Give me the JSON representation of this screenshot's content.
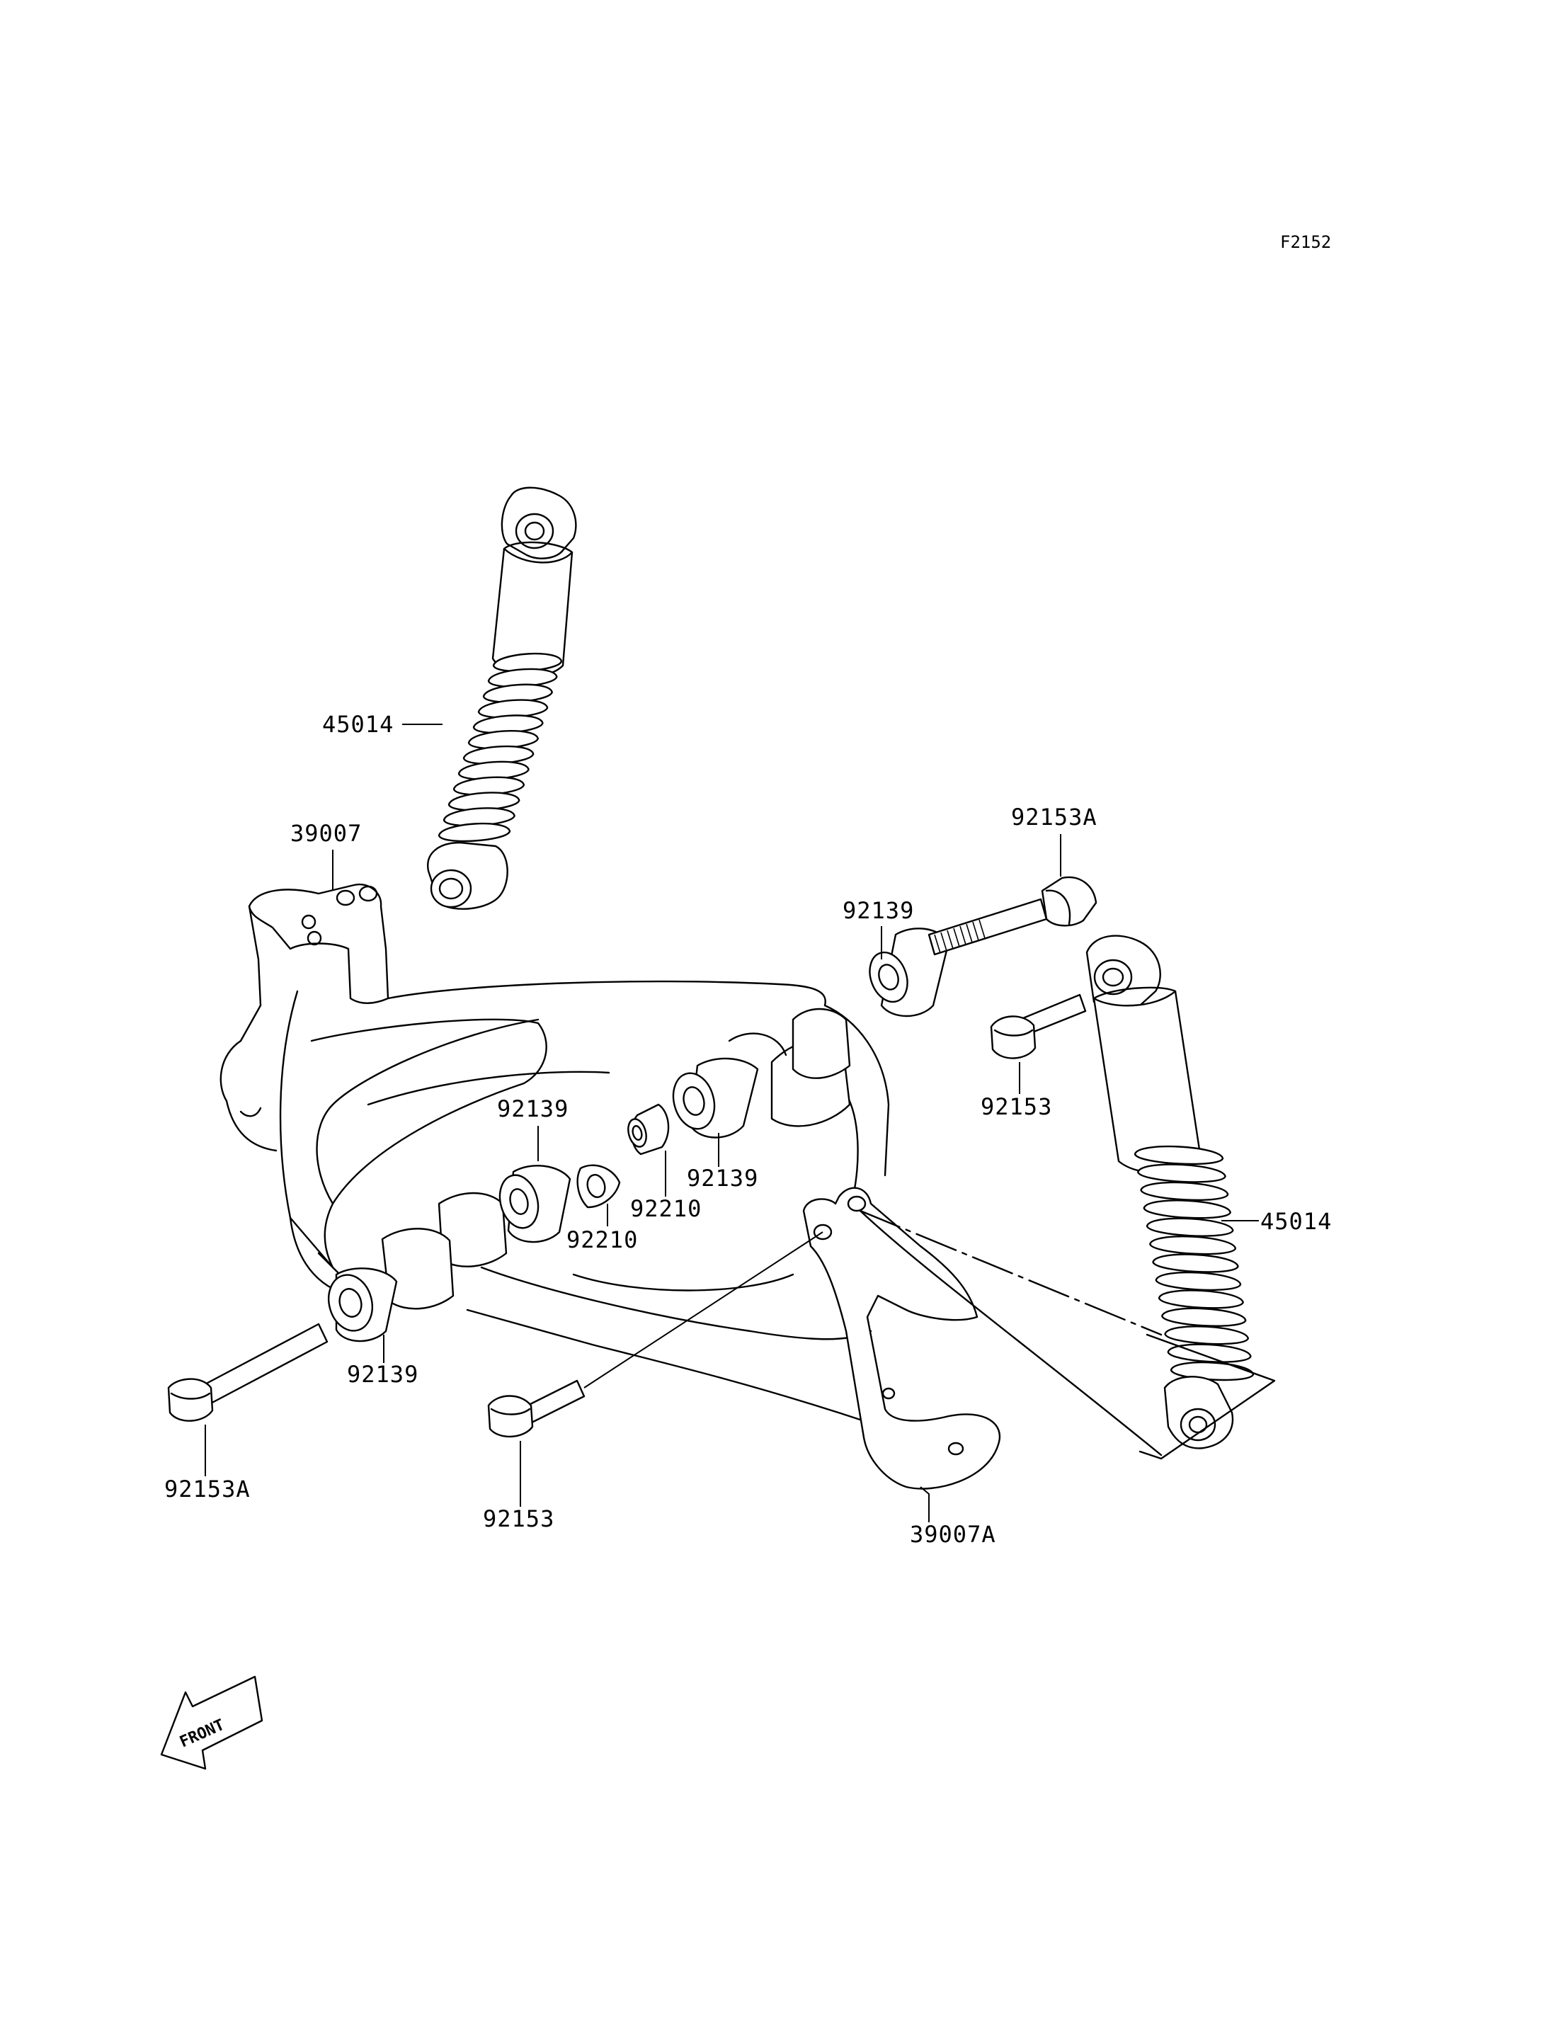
{
  "figure_code": "F2152",
  "front_indicator": "FRONT",
  "labels": {
    "shock_upper": "45014",
    "shock_right": "45014",
    "arm_bracket_upper": "39007",
    "arm_bracket_lower": "39007A",
    "bolt_upper_right": "92153A",
    "bolt_lower_left": "92153A",
    "bolt_upper_small": "92153",
    "bolt_lower_small": "92153",
    "bush_top_right": "92139",
    "bush_center_upper": "92139",
    "bush_center_right": "92139",
    "bush_lower_left": "92139",
    "collar_right": "92210",
    "collar_left": "92210"
  }
}
